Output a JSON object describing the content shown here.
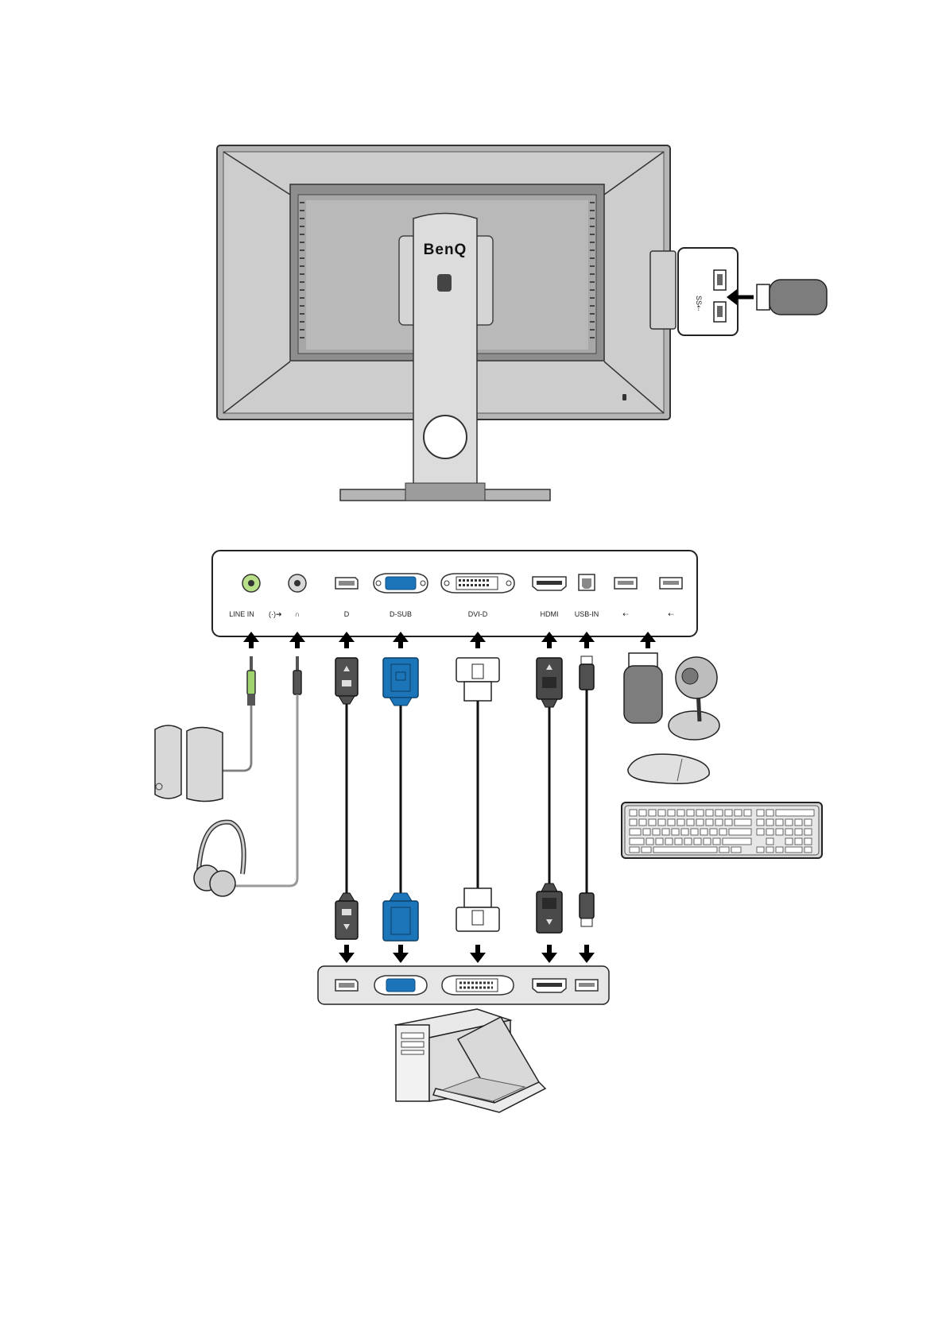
{
  "monitor": {
    "brand": "BenQ",
    "side_usb_icon": "usb-superspeed-icon"
  },
  "io_panel": {
    "ports": [
      {
        "id": "line-in",
        "label": "LINE IN",
        "icon": "audio-in-icon"
      },
      {
        "id": "headphone",
        "label": "",
        "icon": "headphone-icon"
      },
      {
        "id": "displayport",
        "label": "",
        "icon": "displayport-icon"
      },
      {
        "id": "d-sub",
        "label": "D-SUB",
        "icon": ""
      },
      {
        "id": "dvi-d",
        "label": "DVI-D",
        "icon": ""
      },
      {
        "id": "hdmi",
        "label": "HDMI",
        "icon": ""
      },
      {
        "id": "usb-in",
        "label": "USB-IN",
        "icon": ""
      },
      {
        "id": "usb-down-1",
        "label": "",
        "icon": "usb-icon"
      },
      {
        "id": "usb-down-2",
        "label": "",
        "icon": "usb-icon"
      }
    ]
  },
  "colors": {
    "vga_blue": "#1c75b8",
    "line_in_green": "#9fd36b",
    "monitor_gray": "#a7a7a7",
    "bezel_gray": "#cfcfcf",
    "cable_dark": "#4a4a4a"
  },
  "peripherals": {
    "left": [
      "speakers-icon",
      "headphones-icon"
    ],
    "right": [
      "usb-flash-drive-icon",
      "webcam-icon",
      "mouse-icon",
      "keyboard-icon"
    ],
    "bottom": [
      "desktop-pc-icon",
      "laptop-icon"
    ]
  }
}
